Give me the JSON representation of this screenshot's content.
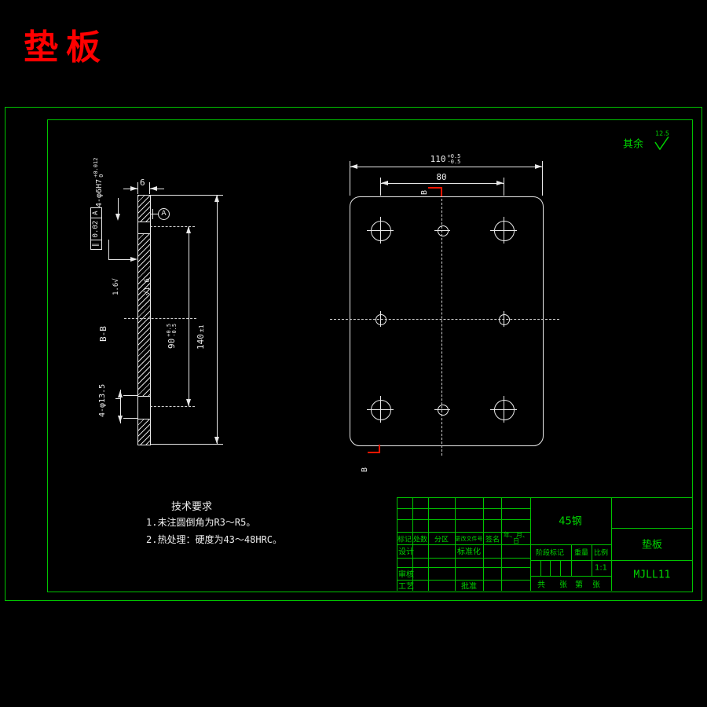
{
  "page": {
    "title": "垫板"
  },
  "finish_note": {
    "prefix": "其余",
    "value": "12.5"
  },
  "plan_view": {
    "dim_width": {
      "nominal": "110",
      "tol_plus": "+0.5",
      "tol_minus": "-0.5"
    },
    "dim_holes": "80",
    "section_mark_top": "B",
    "section_mark_bottom": "B"
  },
  "section_view": {
    "label": "B-B",
    "dim_thickness": "6",
    "hole_note_top": {
      "text": "4-φ6H7",
      "tol_plus": "+0.012",
      "tol_minus": "0"
    },
    "hole_note_bottom": "4-φ13.5",
    "gdt": {
      "symbol": "∥",
      "value": "0.02",
      "datum": "A"
    },
    "datum_label": "A",
    "roughness_left": "1.6",
    "roughness_right": "1.6",
    "dim_span": {
      "nominal": "90",
      "tol_plus": "+0.5",
      "tol_minus": "-0.5"
    },
    "dim_height": {
      "nominal": "140",
      "tol": "±1"
    }
  },
  "tech_requirements": {
    "title": "技术要求",
    "items": [
      "1.未注圆倒角为R3～R5。",
      "2.热处理：硬度为43～48HRC。"
    ]
  },
  "title_block": {
    "rev_headers": [
      "标记",
      "处数",
      "分区",
      "更改文件号",
      "签名",
      "年、月、",
      "日"
    ],
    "roles": {
      "design": "设计",
      "standardization": "标准化",
      "review": "审核",
      "process": "工艺",
      "approve": "批准"
    },
    "material": "45钢",
    "stage_label": "阶段标记",
    "weight_label": "重量",
    "scale_label": "比例",
    "scale_value": "1:1",
    "sheet_words": [
      "共",
      "张",
      "第",
      "张"
    ],
    "part_name": "垫板",
    "drawing_no": "MJLL11"
  },
  "colors": {
    "line_green": "#00c400",
    "text_green": "#00d400",
    "mark_red": "#ff1500",
    "line_white": "#e8e8e8",
    "title_red": "#ff0000"
  }
}
